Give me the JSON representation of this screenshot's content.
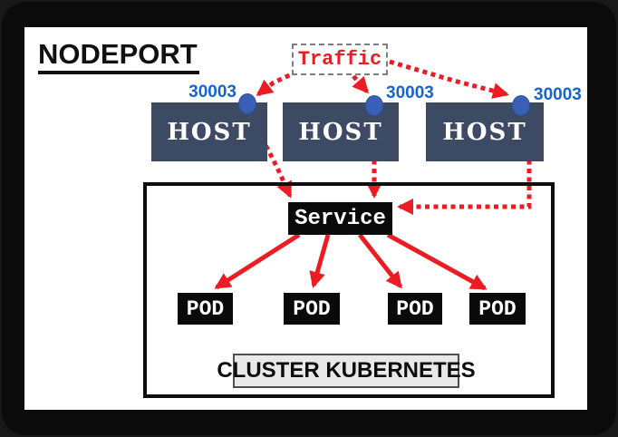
{
  "title": "NODEPORT",
  "traffic": {
    "label": "Traffic"
  },
  "hosts": [
    {
      "name": "HOST",
      "port": "30003"
    },
    {
      "name": "HOST",
      "port": "30003"
    },
    {
      "name": "HOST",
      "port": "30003"
    }
  ],
  "service": {
    "label": "Service"
  },
  "pods": [
    {
      "label": "POD"
    },
    {
      "label": "POD"
    },
    {
      "label": "POD"
    },
    {
      "label": "POD"
    }
  ],
  "cluster": {
    "label": "CLUSTER KUBERNETES"
  },
  "colors": {
    "red": "#EC1C24",
    "host_fill": "#3D4A63",
    "port_blue": "#3A60B5",
    "port_label_blue": "#1565CD",
    "cluster_label_bg": "#E9E9E9"
  }
}
